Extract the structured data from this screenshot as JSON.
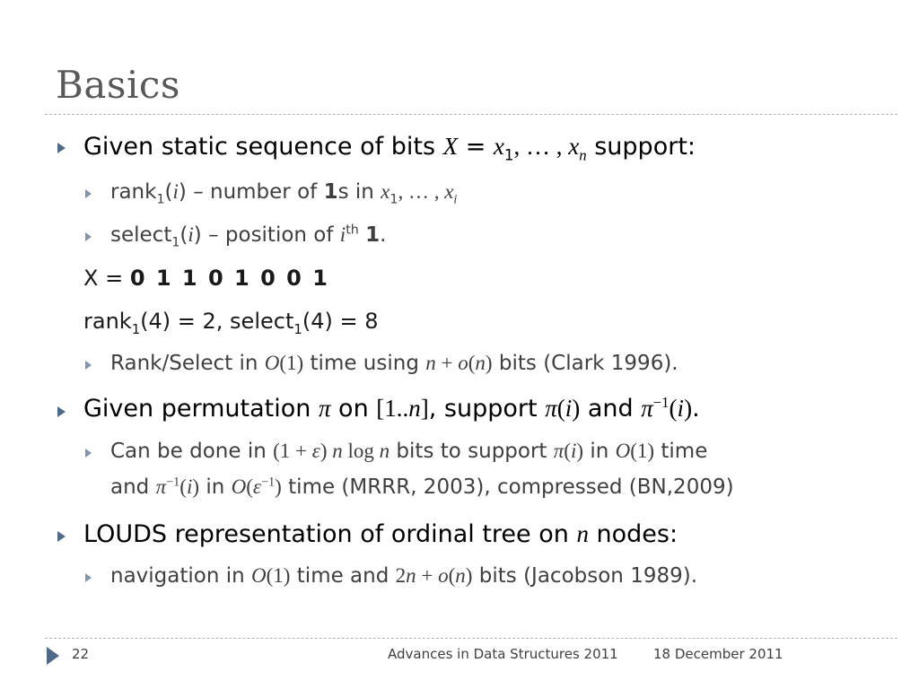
{
  "slide": {
    "title": "Basics",
    "footer": {
      "page_number": "22",
      "course": "Advances in Data Structures 2011",
      "date": "18 December 2011"
    }
  },
  "items": {
    "b1": {
      "t1": "Given static sequence of bits ",
      "v1": "X",
      "t2": " = ",
      "v2": "x",
      "s1": "1",
      "t3": ", … , ",
      "v3": "x",
      "s2": "n",
      "t4": " support:"
    },
    "b1a": {
      "t1": "rank",
      "s1": "1",
      "t2": "(",
      "v1": "i",
      "t3": ") – number of ",
      "b1": "1",
      "t4": "s in ",
      "v2": "x",
      "s2": "1",
      "t5": ", … , ",
      "v3": "x",
      "s3": "i"
    },
    "b1b": {
      "t1": "select",
      "s1": "1",
      "t2": "(",
      "v1": "i",
      "t3": ") – position of ",
      "v2": "i",
      "sup1": "th",
      "b1": "1",
      "t4": "."
    },
    "x_line": {
      "t1": "X = ",
      "bits": "0 1 1 0 1 0 0 1"
    },
    "rank_line": {
      "t1": "rank",
      "s1": "1",
      "t2": "(4) = 2, select",
      "s2": "1",
      "t3": "(4) = 8"
    },
    "b1c": {
      "t1": "Rank/Select in ",
      "m1": "O",
      "m1r": "(1)",
      "t2": " time using ",
      "m2": "n",
      "m2r": " + ",
      "m3": "o",
      "m3r1": "(",
      "m3v": "n",
      "m3r2": ")",
      "t3": " bits (Clark 1996)."
    },
    "b2": {
      "t1": "Given permutation ",
      "v1": "π",
      "t2": " on ",
      "r1": "[1..",
      "v2": "n",
      "r2": "]",
      "t3": ", support ",
      "v3": "π",
      "r3": "(",
      "v4": "i",
      "r4": ")",
      "t4": " and ",
      "v5": "π",
      "sup1": "−1",
      "r5": "(",
      "v6": "i",
      "r6": ")",
      "t5": "."
    },
    "b2a": {
      "t1": "Can be done in ",
      "r1": "(1 + ",
      "v1": "ε",
      "r2": ") ",
      "v2": "n",
      "r3": " log ",
      "v3": "n",
      "t2": " bits to support ",
      "v4": "π",
      "r4": "(",
      "v5": "i",
      "r5": ")",
      "t3": " in ",
      "v6": "O",
      "r6": "(1)",
      "t4": " time",
      "t5": "and ",
      "v7": "π",
      "sup1": "−1",
      "r7": "(",
      "v8": "i",
      "r8": ")",
      "t6": " in ",
      "v9": "O",
      "r9": "(",
      "v10": "ε",
      "sup2": "−1",
      "r10": ")",
      "t7": " time (MRRR, 2003), compressed (BN,2009)"
    },
    "b3": {
      "t1": "LOUDS representation of ordinal tree on ",
      "v1": "n",
      "t2": " nodes:"
    },
    "b3a": {
      "t1": "navigation in ",
      "v1": "O",
      "r1": "(1)",
      "t2": " time and ",
      "r2": "2",
      "v2": "n",
      "r3": " + ",
      "v3": "o",
      "r4": "(",
      "v4": "n",
      "r5": ")",
      "t3": " bits (Jacobson 1989)."
    }
  }
}
